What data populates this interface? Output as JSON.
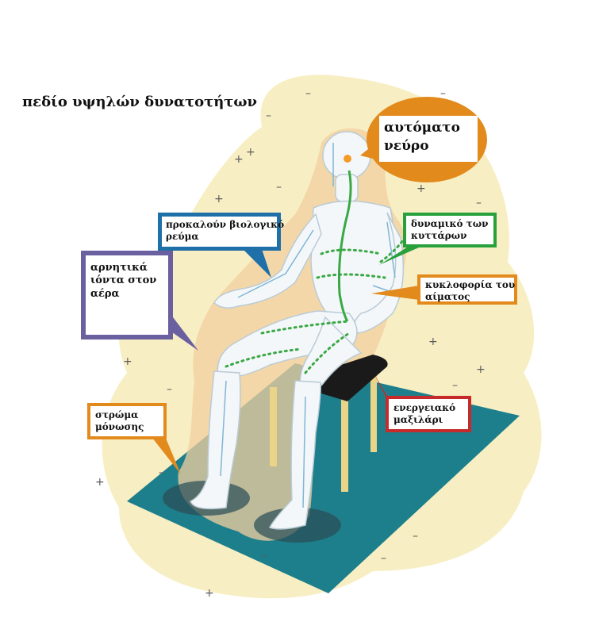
{
  "title": "πεδίο υψηλών δυνατοτήτων",
  "callouts": {
    "autonomic_nerve": {
      "lines": [
        "αυτόματο",
        "νεύρο"
      ],
      "color": "#e38a1c"
    },
    "bio_current": {
      "lines": [
        "προκαλούν βιολογικό",
        "ρεύμα"
      ],
      "color": "#1f6fa8"
    },
    "negative_ions": {
      "lines": [
        "αρνητικά",
        "ιόντα στον",
        "αέρα"
      ],
      "color": "#6a5f9f"
    },
    "cell_dynamics": {
      "lines": [
        "δυναμικό των",
        "κυττάρων"
      ],
      "color": "#28a03c"
    },
    "blood_circulation": {
      "lines": [
        "κυκλοφορία του",
        "αίματος"
      ],
      "color": "#e38a1c"
    },
    "energy_pillow": {
      "lines": [
        "ενεργειακό",
        "μαξιλάρι"
      ],
      "color": "#c62a2a"
    },
    "insulation_layer": {
      "lines": [
        "στρώμα",
        "μόνωσης"
      ],
      "color": "#e38a1c"
    }
  },
  "colors": {
    "field_outer": "#f7efc3",
    "field_inner": "#f3cf9f",
    "mat": "#1e7f8c",
    "body": "#f4f7f9",
    "nerve": "#3aa845",
    "flow": "#7fb6d6",
    "seat": "#1a1a1a",
    "chair_legs": "#e9d48a"
  },
  "icons": {
    "field_plus": "plus-sign-icon",
    "field_minus": "minus-sign-icon"
  }
}
